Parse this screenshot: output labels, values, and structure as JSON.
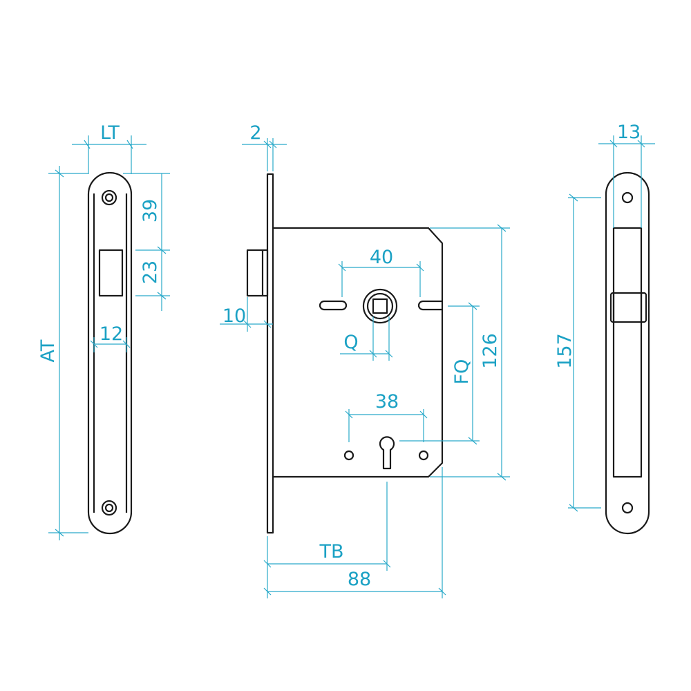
{
  "colors": {
    "outline": "#1a1a1a",
    "dimension": "#29a9c9",
    "background": "#ffffff"
  },
  "labels": {
    "lt": "LT",
    "d39": "39",
    "d23": "23",
    "at": "AT",
    "d12": "12",
    "d2": "2",
    "d10": "10",
    "d40": "40",
    "q": "Q",
    "d38": "38",
    "fq": "FQ",
    "d126": "126",
    "tb": "TB",
    "d88": "88",
    "d13": "13",
    "d157": "157"
  }
}
